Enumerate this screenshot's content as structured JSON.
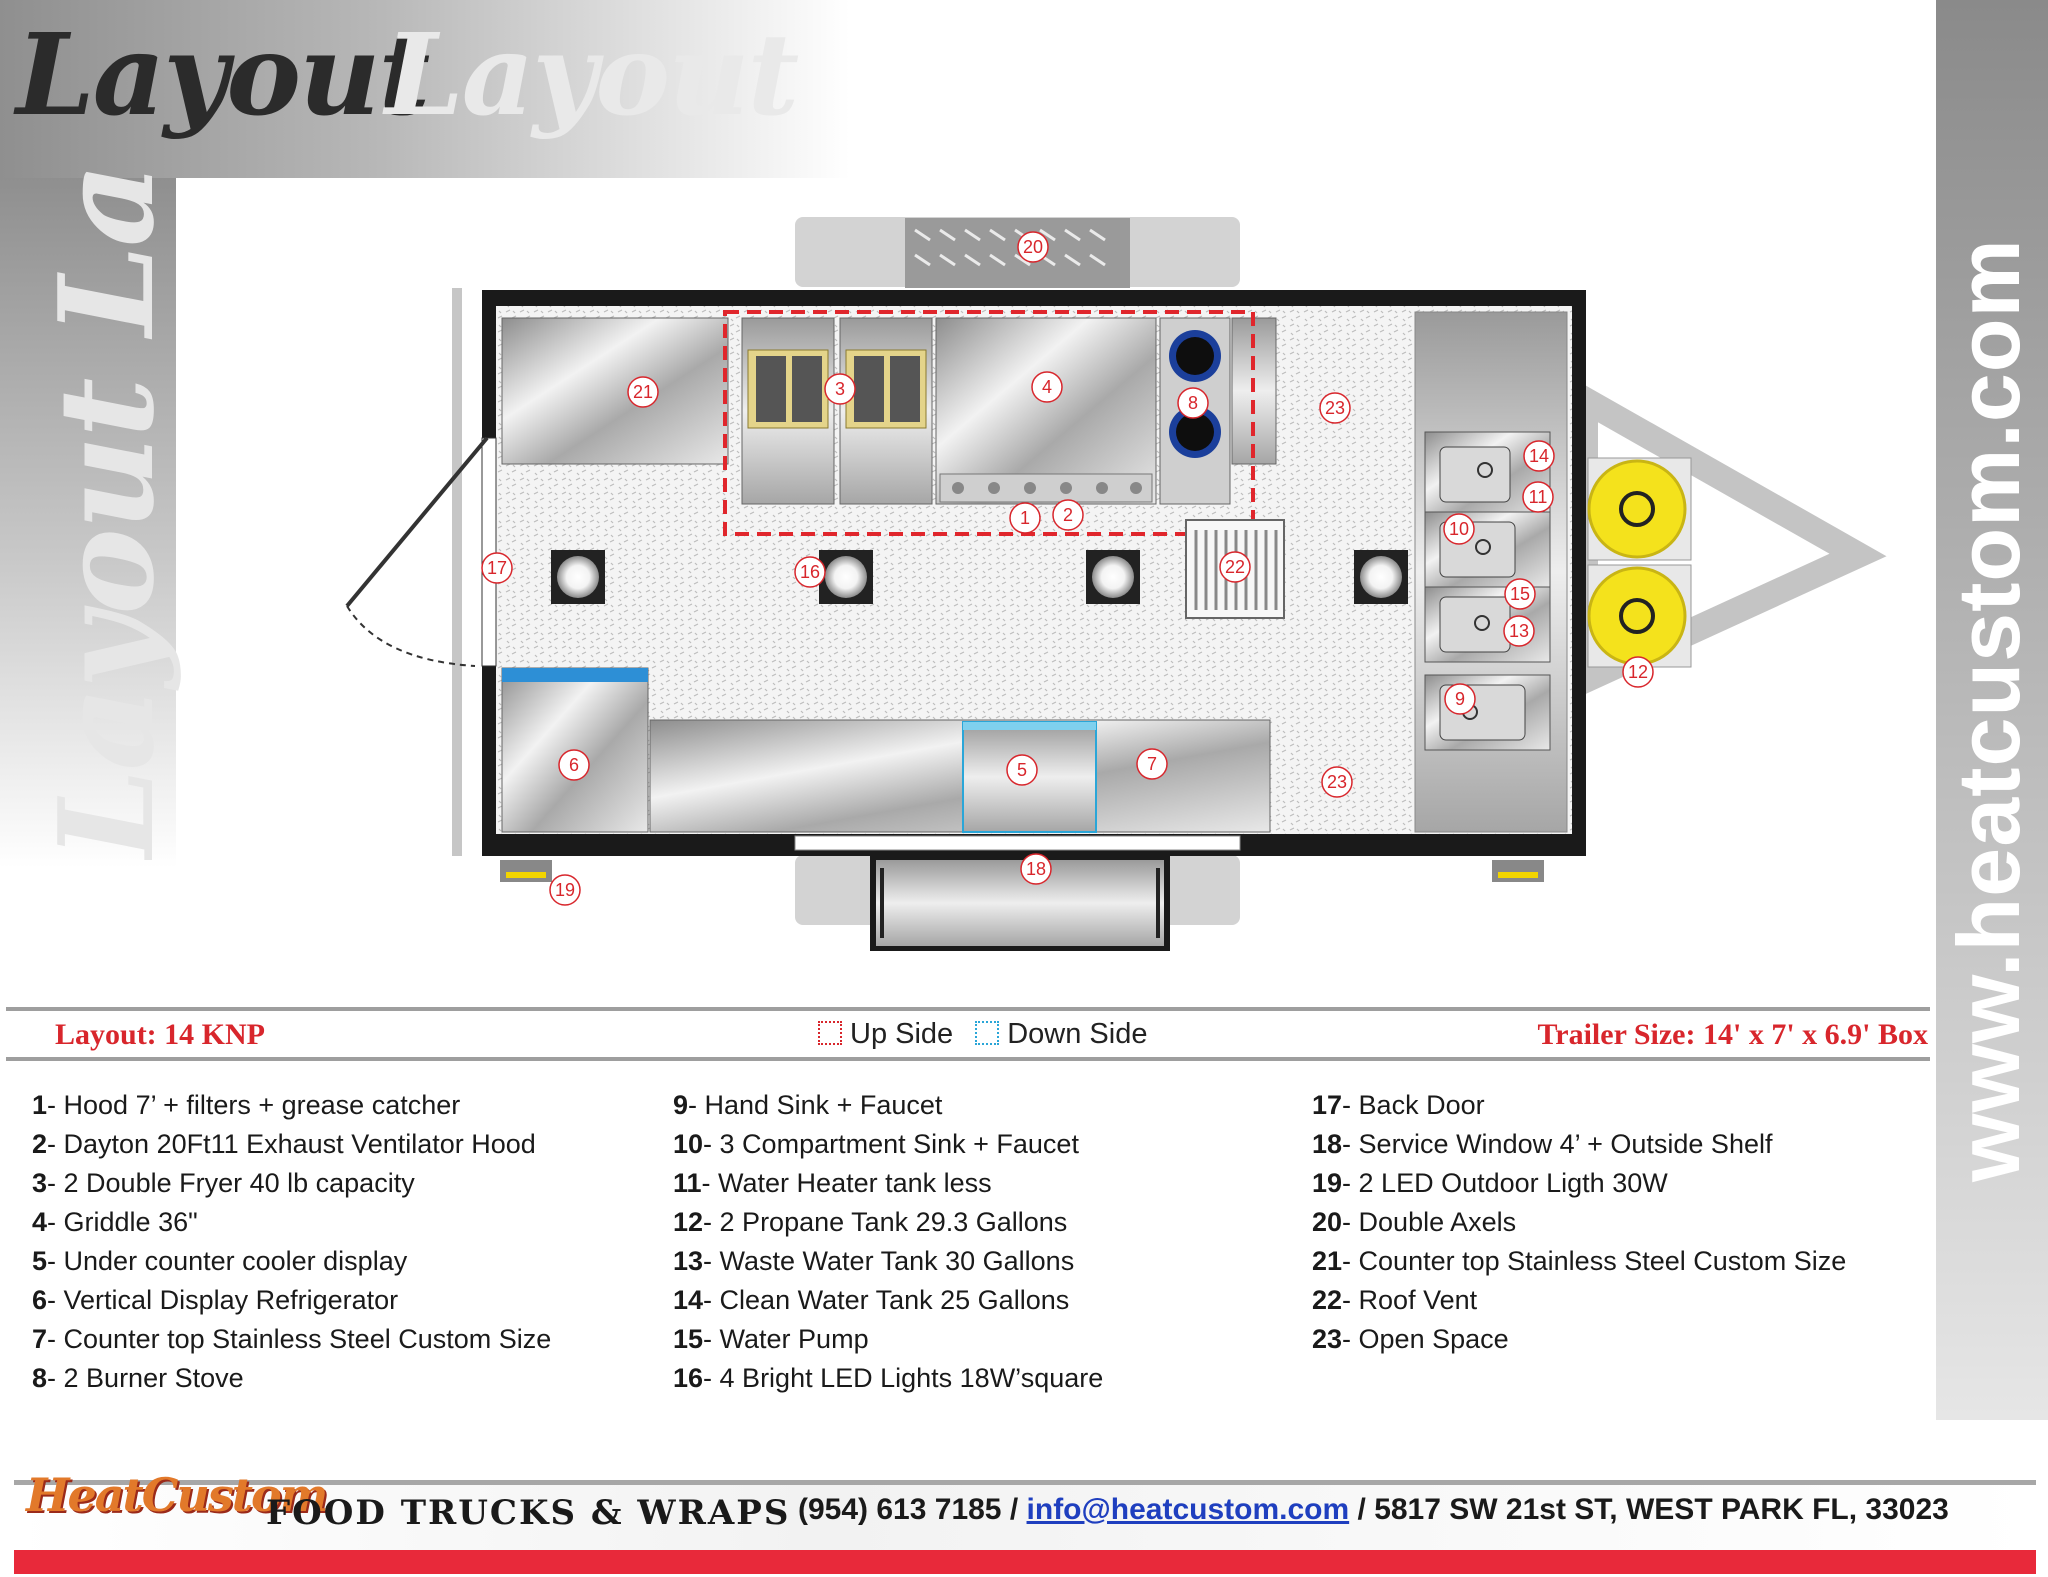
{
  "header": {
    "title": "Layout",
    "title_ghost": "Layout",
    "side_script": "Layout Layout"
  },
  "website": "www.heatcustom.com",
  "info": {
    "layout_label": "Layout: 14 KNP",
    "trailer_size": "Trailer Size: 14' x 7' x 6.9' Box"
  },
  "legend": {
    "up": "Up Side",
    "down": "Down Side",
    "up_color": "#d8262c",
    "down_color": "#2aa6d8"
  },
  "plan_numbers": [
    "1",
    "2",
    "3",
    "4",
    "5",
    "6",
    "7",
    "8",
    "9",
    "10",
    "11",
    "12",
    "13",
    "14",
    "15",
    "16",
    "17",
    "18",
    "19",
    "20",
    "21",
    "22",
    "23",
    "23"
  ],
  "items": {
    "col1": [
      {
        "num": "1",
        "text": "- Hood 7’ + filters + grease catcher"
      },
      {
        "num": "2",
        "text": "- Dayton 20Ft11 Exhaust Ventilator Hood"
      },
      {
        "num": "3",
        "text": "- 2 Double Fryer 40 lb capacity"
      },
      {
        "num": "4",
        "text": "- Griddle 36\""
      },
      {
        "num": "5",
        "text": "- Under counter cooler display"
      },
      {
        "num": "6",
        "text": "- Vertical Display Refrigerator"
      },
      {
        "num": "7",
        "text": "- Counter top Stainless Steel Custom Size"
      },
      {
        "num": "8",
        "text": "- 2 Burner Stove"
      }
    ],
    "col2": [
      {
        "num": "9",
        "text": "- Hand Sink + Faucet"
      },
      {
        "num": "10",
        "text": "-  3 Compartment Sink + Faucet"
      },
      {
        "num": "11",
        "text": "- Water Heater tank less"
      },
      {
        "num": "12",
        "text": "- 2 Propane Tank 29.3 Gallons"
      },
      {
        "num": "13",
        "text": "- Waste Water Tank 30 Gallons"
      },
      {
        "num": "14",
        "text": "- Clean Water Tank 25 Gallons"
      },
      {
        "num": "15",
        "text": "- Water Pump"
      },
      {
        "num": "16",
        "text": "- 4 Bright LED Lights 18W’square"
      }
    ],
    "col3": [
      {
        "num": "17",
        "text": "- Back Door"
      },
      {
        "num": "18",
        "text": "- Service Window 4’ + Outside Shelf"
      },
      {
        "num": "19",
        "text": "- 2 LED Outdoor Ligth 30W"
      },
      {
        "num": "20",
        "text": "- Double Axels"
      },
      {
        "num": "21",
        "text": "- Counter top Stainless Steel Custom Size"
      },
      {
        "num": "22",
        "text": "- Roof Vent"
      },
      {
        "num": "23",
        "text": "- Open Space"
      }
    ]
  },
  "footer": {
    "logo": "HeatCustom",
    "tagline": "FOOD TRUCKS & WRAPS",
    "phone": "(954) 613 7185",
    "sep1": "/",
    "email": "info@heatcustom.com",
    "sep2": "/",
    "address": "5817 SW 21st ST, WEST PARK FL, 33023"
  }
}
